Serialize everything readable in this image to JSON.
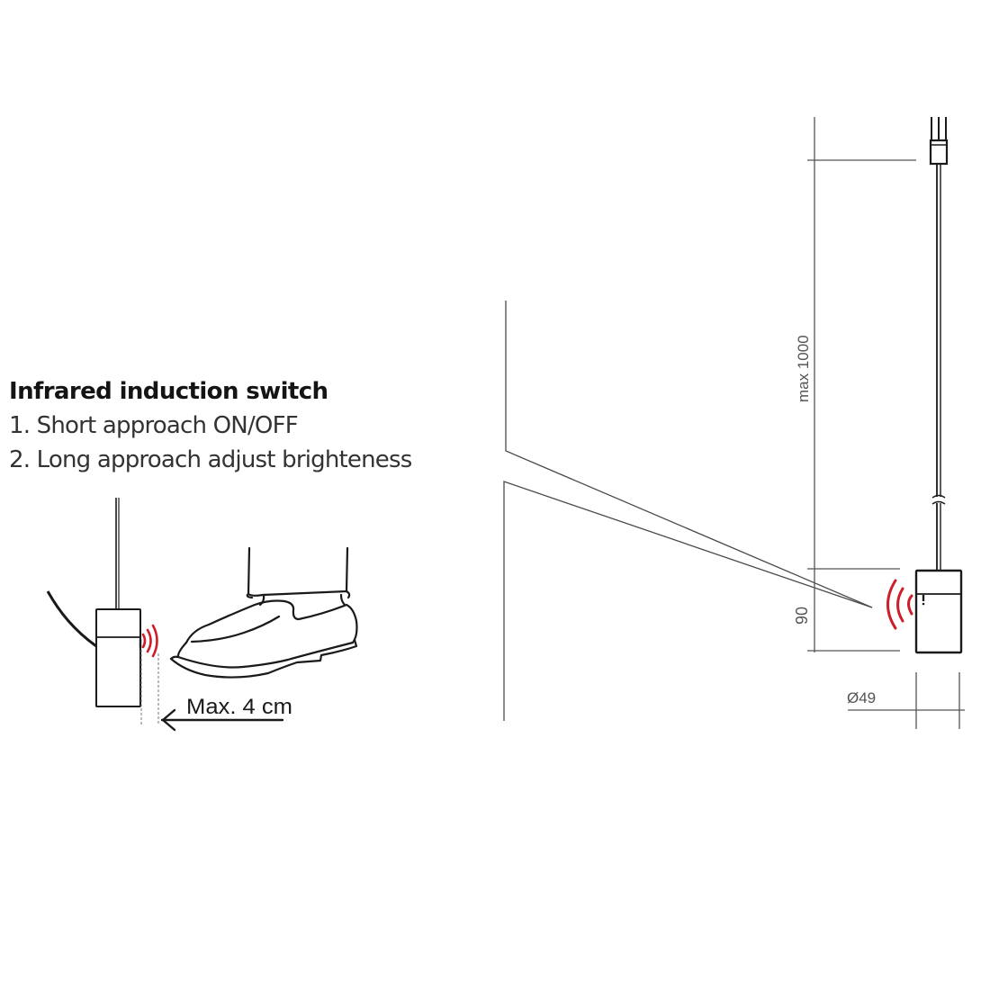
{
  "colors": {
    "background": "#ffffff",
    "line": "#1a1a1a",
    "dimension_line": "#555555",
    "signal_red": "#cc1f2b",
    "text_dark": "#141414",
    "text_body": "#333333",
    "dimension_text": "#555555"
  },
  "caption": {
    "title": "Infrared induction switch",
    "items": [
      "1. Short approach ON/OFF",
      "2. Long approach adjust brighteness"
    ]
  },
  "left_illustration": {
    "distance_label": "Max. 4 cm",
    "icons": [
      "pendant-lamp-icon",
      "infrared-signal-icon",
      "shoe-icon",
      "arrow-left-icon"
    ]
  },
  "right_drawing": {
    "cable_length_label": "max 1000",
    "body_height_label": "90",
    "diameter_label": "Ø49",
    "icons": [
      "ceiling-connector-icon",
      "cable-break-icon",
      "infrared-signal-icon",
      "sensor-beam-icon"
    ]
  }
}
